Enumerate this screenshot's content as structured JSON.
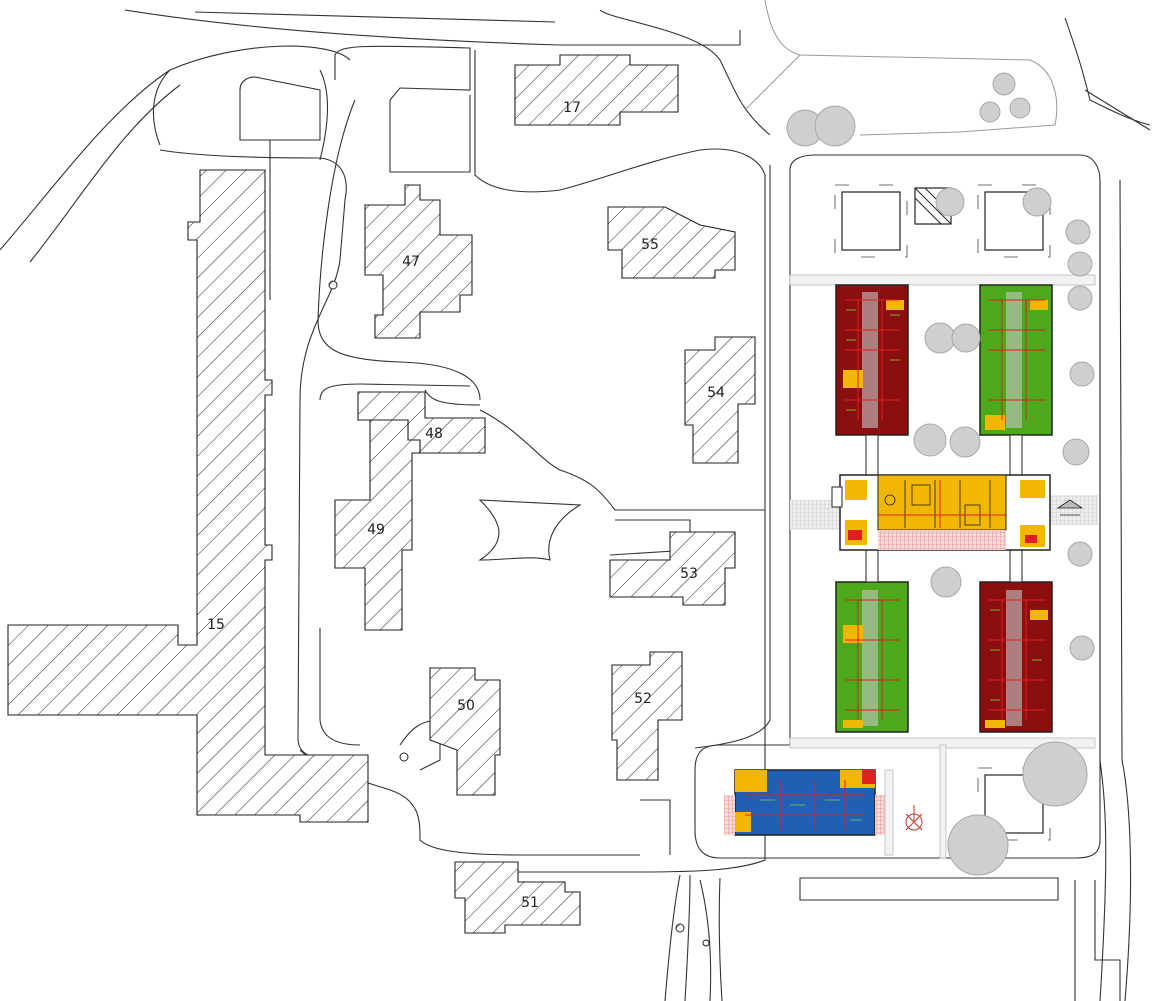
{
  "map": {
    "background": "#ffffff",
    "buildings": [
      {
        "id": "17",
        "label": "17"
      },
      {
        "id": "47",
        "label": "47"
      },
      {
        "id": "55",
        "label": "55"
      },
      {
        "id": "54",
        "label": "54"
      },
      {
        "id": "48",
        "label": "48"
      },
      {
        "id": "49",
        "label": "49"
      },
      {
        "id": "53",
        "label": "53"
      },
      {
        "id": "15",
        "label": "15"
      },
      {
        "id": "50",
        "label": "50"
      },
      {
        "id": "52",
        "label": "52"
      },
      {
        "id": "51",
        "label": "51"
      }
    ],
    "colors": {
      "hatch_stroke": "#222222",
      "wing_red": "#8b0f0f",
      "wing_green": "#4da81c",
      "central_yellow": "#f2b705",
      "kindergarten_blue": "#1f5fb4",
      "accent_red": "#e02020",
      "tree_fill": "#cfcfcf"
    }
  }
}
